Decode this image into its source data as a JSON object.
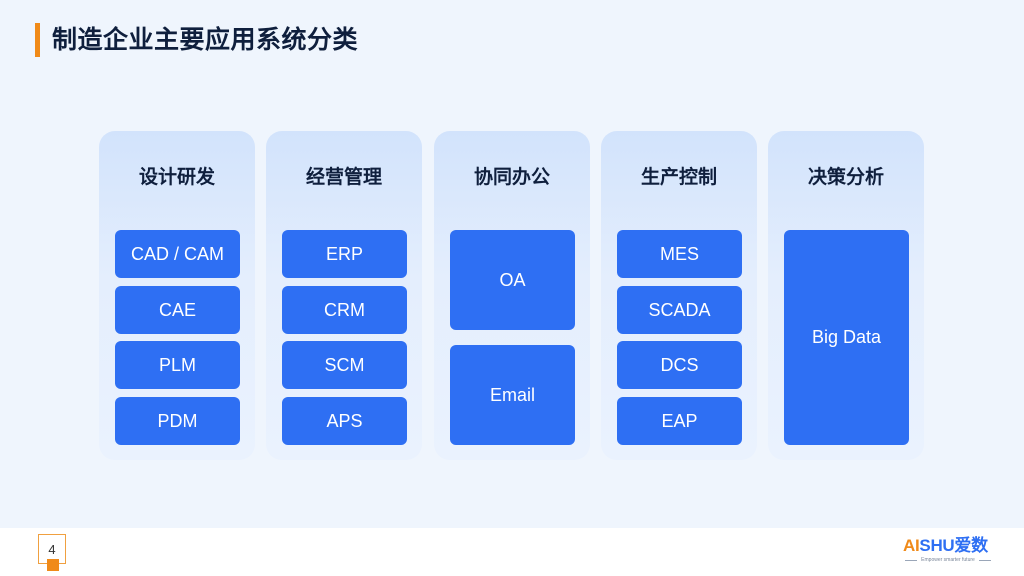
{
  "title": "制造企业主要应用系统分类",
  "columns": [
    {
      "title": "设计研发",
      "items": [
        "CAD / CAM",
        "CAE",
        "PLM",
        "PDM"
      ]
    },
    {
      "title": "经营管理",
      "items": [
        "ERP",
        "CRM",
        "SCM",
        "APS"
      ]
    },
    {
      "title": "协同办公",
      "items": [
        "OA",
        "Email"
      ]
    },
    {
      "title": "生产控制",
      "items": [
        "MES",
        "SCADA",
        "DCS",
        "EAP"
      ]
    },
    {
      "title": "决策分析",
      "items": [
        "Big Data"
      ]
    }
  ],
  "footer": {
    "page_number": "4",
    "logo_ai": "AI",
    "logo_rest": "SHU爱数",
    "logo_tagline": "Empower smarter future"
  },
  "colors": {
    "accent": "#f08a19",
    "box": "#2e6ff3",
    "background": "#eff5fd"
  }
}
